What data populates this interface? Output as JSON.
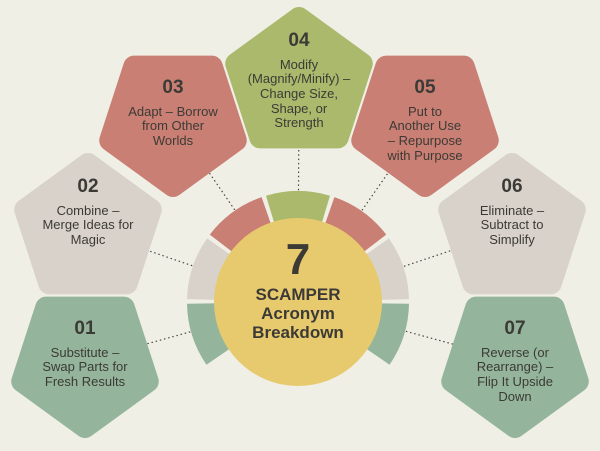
{
  "background_color": "#f0efe6",
  "text_color": "#3c3a36",
  "connector_color": "#4b4a45",
  "center": {
    "number": "7",
    "title": "SCAMPER Acronym Breakdown",
    "circle_color": "#e8ca6e"
  },
  "items": [
    {
      "number": "01",
      "label": "Substitute – Swap Parts for Fresh Results",
      "color": "#94b59c"
    },
    {
      "number": "02",
      "label": "Combine – Merge Ideas for Magic",
      "color": "#d8d2ca"
    },
    {
      "number": "03",
      "label": "Adapt – Borrow from Other Worlds",
      "color": "#c97f73"
    },
    {
      "number": "04",
      "label": "Modify (Magnify/Minify) – Change Size, Shape, or Strength",
      "color": "#abb96c"
    },
    {
      "number": "05",
      "label": "Put to Another Use – Repurpose with Purpose",
      "color": "#c97f73"
    },
    {
      "number": "06",
      "label": "Eliminate – Subtract to Simplify",
      "color": "#d8d2ca"
    },
    {
      "number": "07",
      "label": "Reverse (or Rearrange) – Flip It Upside Down",
      "color": "#94b59c"
    }
  ]
}
